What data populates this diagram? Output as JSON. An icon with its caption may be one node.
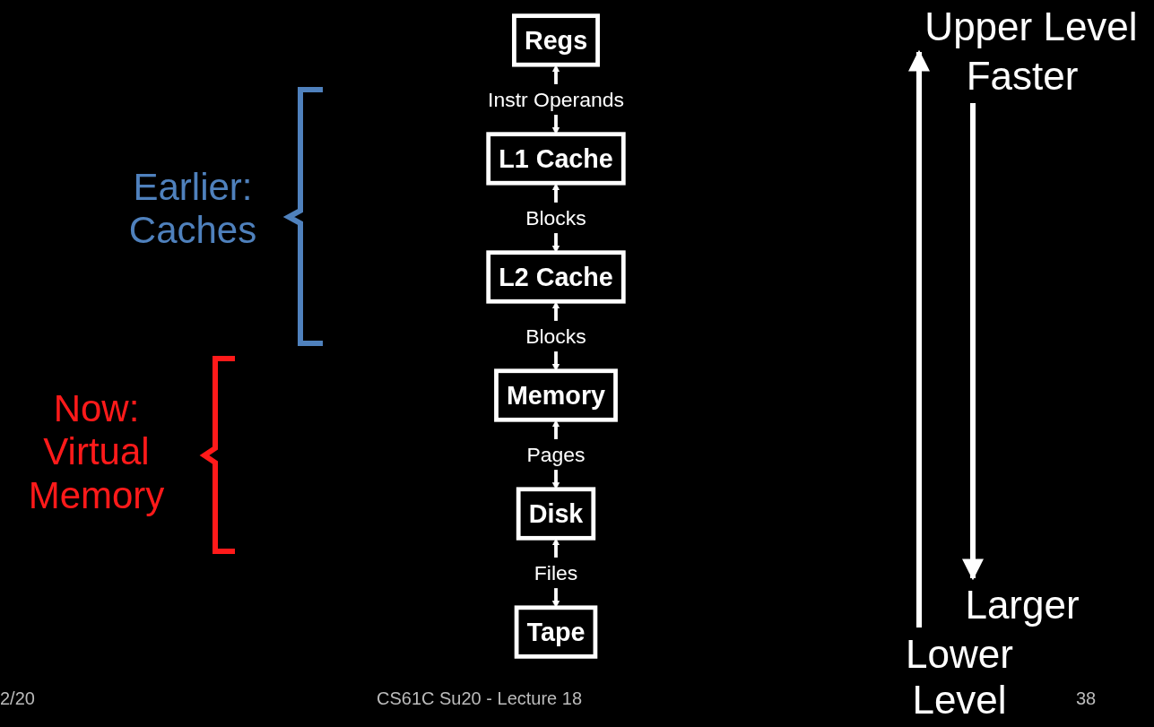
{
  "diagram": {
    "nodes": [
      {
        "text": [
          "Regs"
        ]
      },
      {
        "text": [
          "L1 Cache"
        ]
      },
      {
        "text": [
          "L2 Cache"
        ]
      },
      {
        "text": [
          "Memory"
        ]
      },
      {
        "text": [
          "Disk"
        ]
      },
      {
        "text": [
          "Tape"
        ]
      }
    ],
    "edges": [
      {
        "from": 0,
        "to": 1,
        "arrow": "both",
        "label": "Instr Operands"
      },
      {
        "from": 1,
        "to": 2,
        "arrow": "both",
        "label": "Blocks"
      },
      {
        "from": 2,
        "to": 3,
        "arrow": "both",
        "label": "Blocks"
      },
      {
        "from": 3,
        "to": 4,
        "arrow": "both",
        "label": "Pages"
      },
      {
        "from": 4,
        "to": 5,
        "arrow": "both",
        "label": "Files"
      }
    ],
    "labels": [
      "Upper Level",
      "Faster",
      "Earlier: Caches",
      "Now: Virtual Memory",
      "Larger",
      "Lower Level",
      "2/20",
      "CS61C Su20 - Lecture 18",
      "38"
    ]
  }
}
